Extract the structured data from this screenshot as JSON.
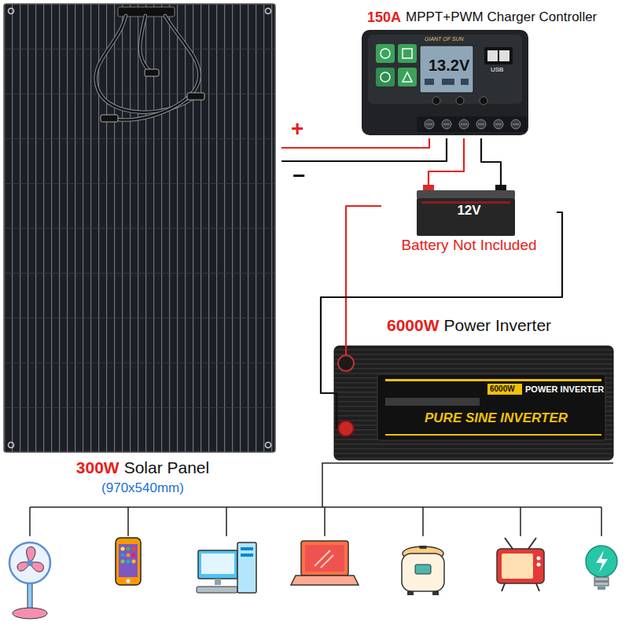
{
  "diagram": {
    "nodes": [
      {
        "text": [
          "300W",
          "Solar Panel",
          "(970x540mm)"
        ]
      },
      {
        "text": [
          "150A",
          "MPPT+PWM Charger Controller"
        ]
      },
      {
        "text": [
          "12V",
          "Battery Not Included"
        ]
      },
      {
        "text": [
          "6000W",
          "Power Inverter"
        ]
      }
    ],
    "edges": [
      {
        "from": 0,
        "to": 1,
        "label": "+",
        "arrow": "none"
      },
      {
        "from": 0,
        "to": 1,
        "label": "−",
        "arrow": "none"
      },
      {
        "from": 1,
        "to": 2,
        "arrow": "none"
      },
      {
        "from": 1,
        "to": 2,
        "arrow": "none"
      },
      {
        "from": 2,
        "to": 3,
        "arrow": "none"
      },
      {
        "from": 2,
        "to": 3,
        "arrow": "none"
      }
    ],
    "labels": [
      "GIANT OF SUN",
      "13.2V",
      "USB",
      "6000W",
      "POWER INVERTER",
      "PURE SINE INVERTER"
    ]
  }
}
